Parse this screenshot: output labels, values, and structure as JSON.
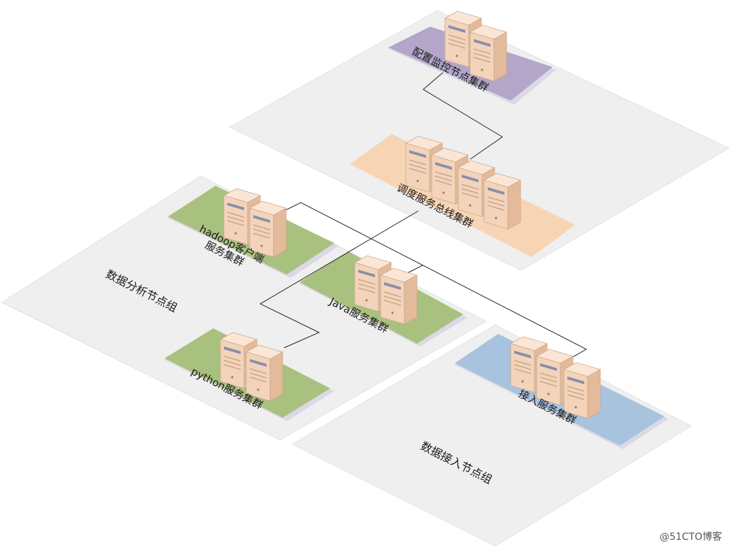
{
  "groups": {
    "analysis": {
      "label": "数据分析节点组"
    },
    "ingest": {
      "label": "数据接入节点组"
    }
  },
  "clusters": {
    "config": {
      "label": "配置监控节点集群",
      "color": "#b3a6c9"
    },
    "bus": {
      "label": "调度服务总线集群",
      "color": "#f7d5b4"
    },
    "hadoop": {
      "label_line1": "hadoop客户端",
      "label_line2": "服务集群",
      "color": "#a9c17f"
    },
    "java": {
      "label": "Java服务集群",
      "color": "#a9c17f"
    },
    "python": {
      "label": "python服务集群",
      "color": "#a9c17f"
    },
    "ingest": {
      "label": "接入服务集群",
      "color": "#a7c3de"
    }
  },
  "watermark": "@51CTO博客",
  "colors": {
    "panel": "#efefef",
    "server_front": "#f3d4bb",
    "server_side": "#e7c1a2",
    "line": "#222222"
  }
}
